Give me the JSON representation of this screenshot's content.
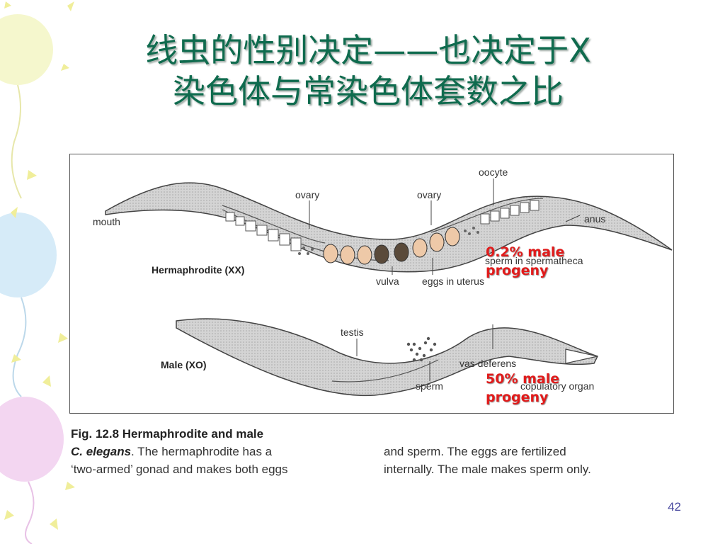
{
  "slide": {
    "title_line1": "线虫的性别决定——也决定于X",
    "title_line2": "染色体与常染色体套数之比",
    "page_number": "42"
  },
  "figure": {
    "labels": {
      "oocyte": "oocyte",
      "ovary_left": "ovary",
      "ovary_right": "ovary",
      "mouth": "mouth",
      "anus": "anus",
      "hermaphrodite": "Hermaphrodite (XX)",
      "sperm_in_spermatheca": "sperm in spermatheca",
      "vulva": "vulva",
      "eggs_in_uterus": "eggs in uterus",
      "testis": "testis",
      "male": "Male (XO)",
      "vas_deferens": "vas deferens",
      "sperm": "sperm",
      "copulatory_organ": "copulatory organ"
    },
    "overlay": {
      "herm_line1": "0.2% male",
      "herm_line2": "progeny",
      "male_line1": "50% male",
      "male_line2": "progeny"
    }
  },
  "caption": {
    "fig_title": "Fig. 12.8  Hermaphrodite and male",
    "species": "C. elegans",
    "text1_rest": ". The hermaphrodite has a",
    "text2": "‘two-armed’ gonad and makes both eggs",
    "text3": "and sperm. The eggs are fertilized",
    "text4": "internally. The male makes sperm only."
  },
  "colors": {
    "title": "#0f6b4e",
    "overlay_text": "#e11b1b"
  }
}
